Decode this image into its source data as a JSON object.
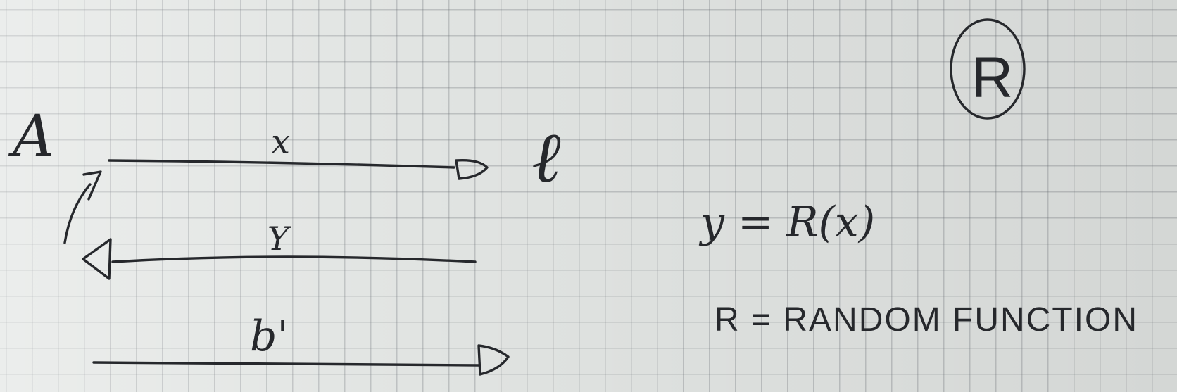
{
  "labels": {
    "party_a": "A",
    "party_c": "ℓ",
    "msg_x": "x",
    "msg_y": "Y",
    "msg_b": "b'",
    "circled_label": "R",
    "equation": "y = R(x)",
    "definition": "R = RANDOM FUNCTION"
  }
}
